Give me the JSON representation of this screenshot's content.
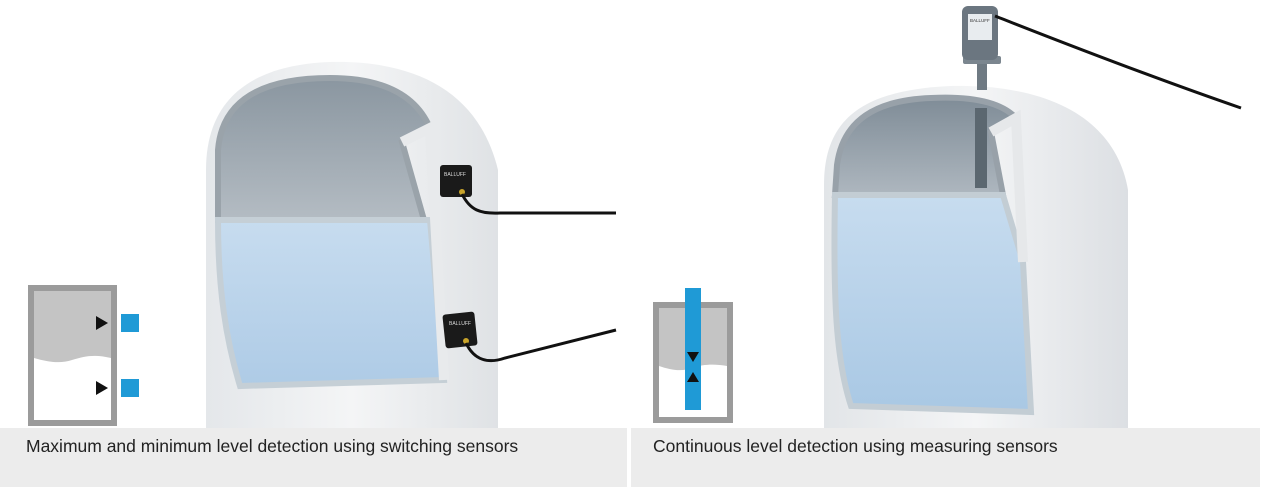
{
  "panels": [
    {
      "id": "switching",
      "caption": "Maximum and minimum level detection using switching sensors",
      "sensor_label": "BALLUFF",
      "colors": {
        "liquid": "#bcd6ee",
        "tank": "#eceeef",
        "sensor_marker": "#1f9ad6",
        "cable": "#111111"
      }
    },
    {
      "id": "measuring",
      "caption": "Continuous level detection using measuring sensors",
      "sensor_label": "BALLUFF",
      "colors": {
        "liquid": "#bcd6ee",
        "tank": "#eceeef",
        "probe": "#1f9ad6",
        "cable": "#111111"
      }
    }
  ]
}
